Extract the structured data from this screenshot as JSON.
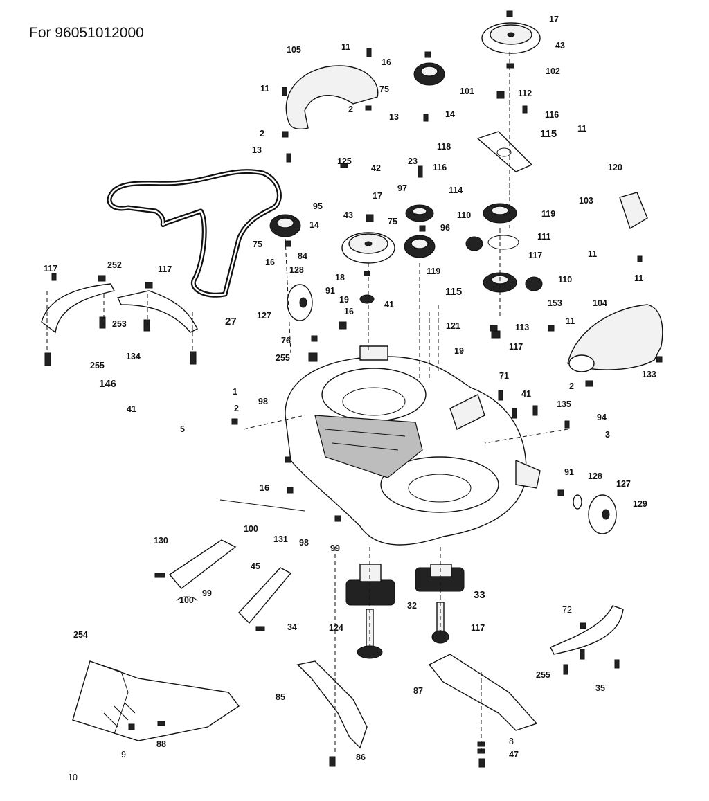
{
  "title": "For 96051012000",
  "callouts": [
    "17",
    "43",
    "11",
    "16",
    "105",
    "75",
    "102",
    "101",
    "112",
    "11",
    "2",
    "14",
    "116",
    "13",
    "115",
    "2",
    "118",
    "11",
    "13",
    "125",
    "42",
    "23",
    "116",
    "120",
    "114",
    "17",
    "97",
    "95",
    "119",
    "103",
    "14",
    "43",
    "75",
    "96",
    "110",
    "75",
    "111",
    "84",
    "16",
    "117",
    "117",
    "252",
    "117",
    "128",
    "18",
    "119",
    "110",
    "11",
    "91",
    "27",
    "19",
    "115",
    "41",
    "153",
    "127",
    "16",
    "104",
    "253",
    "121",
    "113",
    "11",
    "19",
    "117",
    "11",
    "76",
    "255",
    "255",
    "134",
    "146",
    "1",
    "98",
    "2",
    "2",
    "133",
    "41",
    "71",
    "41",
    "135",
    "5",
    "94",
    "3",
    "16",
    "91",
    "128",
    "127",
    "129",
    "100",
    "130",
    "131",
    "98",
    "99",
    "99",
    "45",
    "33",
    "32",
    "100",
    "34",
    "124",
    "117",
    "72",
    "254",
    "255",
    "35",
    "85",
    "87",
    "8",
    "10",
    "9",
    "88",
    "47",
    "86"
  ]
}
